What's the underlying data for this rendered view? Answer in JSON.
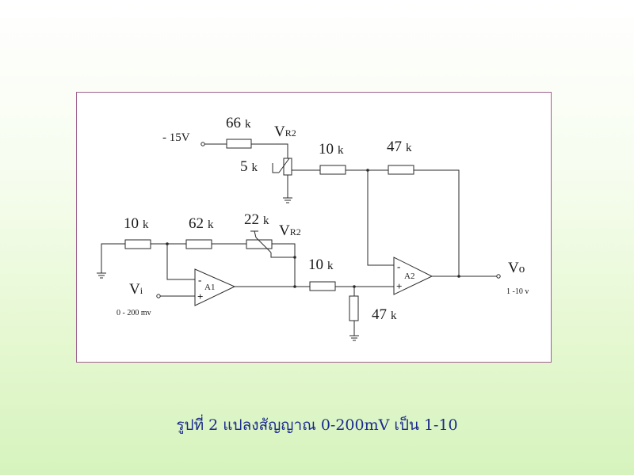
{
  "caption": "รูปที่ 2 แปลงสัญญาณ 0-200mV เป็น 1-10",
  "labels": {
    "neg_supply": "- 15V",
    "r_66k_val": "66",
    "k": "k",
    "vr2_top_main": "V",
    "vr2_sub": "R2",
    "r_5k_val": "5",
    "r_10k_val": "10",
    "r_47k_val": "47",
    "r_62k_val": "62",
    "r_22k_val": "22",
    "vi_main": "V",
    "vi_sub": "i",
    "vi_range": "0 - 200 mv",
    "vo_main": "V",
    "vo_sub": "o",
    "vo_range": "1 -10 v",
    "a1_main": "A",
    "a1_sub": "1",
    "a2_main": "A",
    "a2_sub": "2",
    "minus": "-",
    "plus": "+"
  },
  "colors": {
    "frame_border": "#a0608e",
    "caption": "#1a2a8c",
    "wire": "#2a2a2a"
  }
}
